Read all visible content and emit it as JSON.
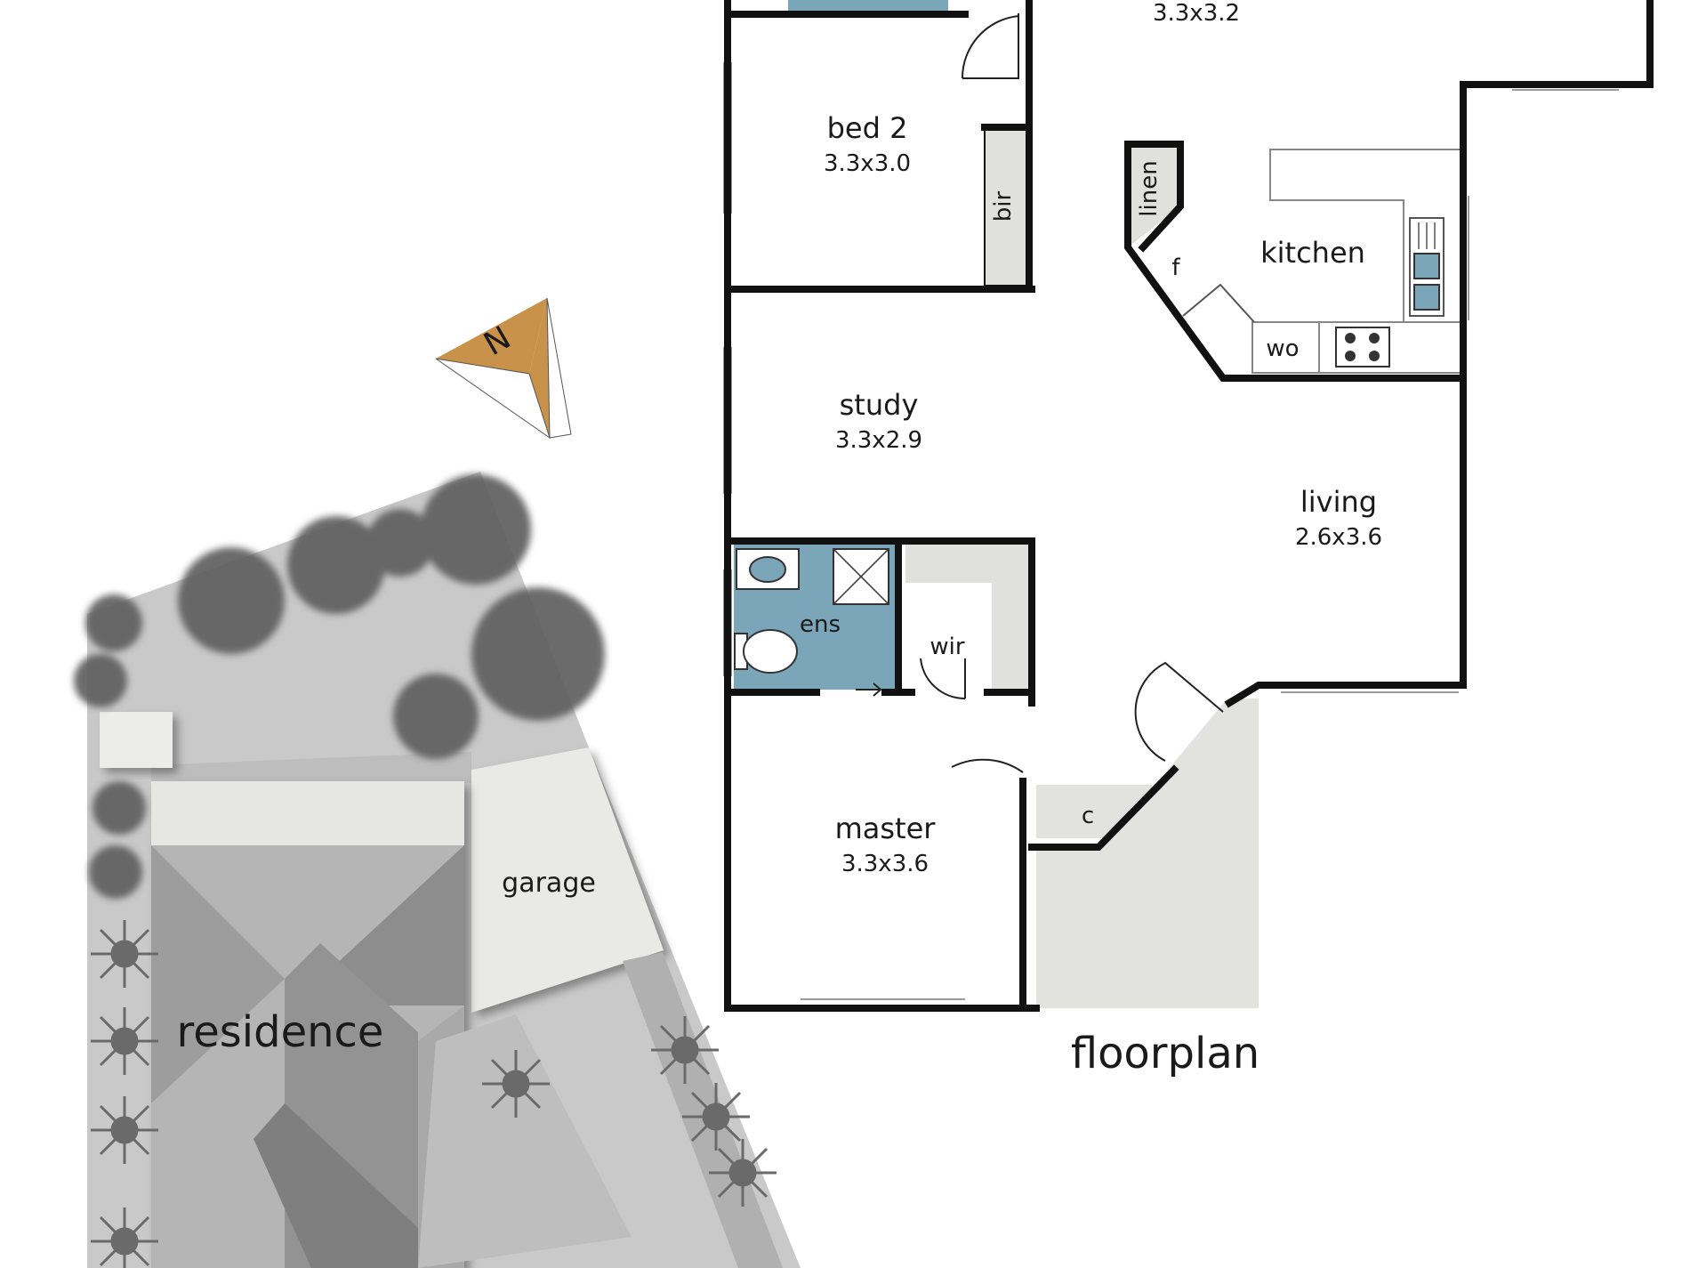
{
  "compass": {
    "label": "N"
  },
  "site_plan": {
    "residence_label": "residence",
    "garage_label": "garage"
  },
  "floorplan": {
    "title": "floorplan",
    "rooms": {
      "top_room": {
        "dims": "3.3x3.2"
      },
      "bed2": {
        "name": "bed 2",
        "dims": "3.3x3.0"
      },
      "bir": {
        "name": "bir"
      },
      "linen": {
        "name": "linen"
      },
      "kitchen": {
        "name": "kitchen"
      },
      "fridge": {
        "name": "f"
      },
      "wall_oven": {
        "name": "wo"
      },
      "study": {
        "name": "study",
        "dims": "3.3x2.9"
      },
      "living": {
        "name": "living",
        "dims": "2.6x3.6"
      },
      "ensuite": {
        "name": "ens"
      },
      "wir": {
        "name": "wir"
      },
      "master": {
        "name": "master",
        "dims": "3.3x3.6"
      },
      "cupboard": {
        "name": "c"
      }
    }
  },
  "colors": {
    "wet_area": "#7ba5b8",
    "robe_fill": "#e0e0de",
    "porch_fill": "#e2e2df",
    "compass_accent": "#c8924a",
    "site_ground": "#c9c9c9",
    "roof_dark": "#8d8d8d",
    "tree_canopy": "#5e5e5e"
  }
}
